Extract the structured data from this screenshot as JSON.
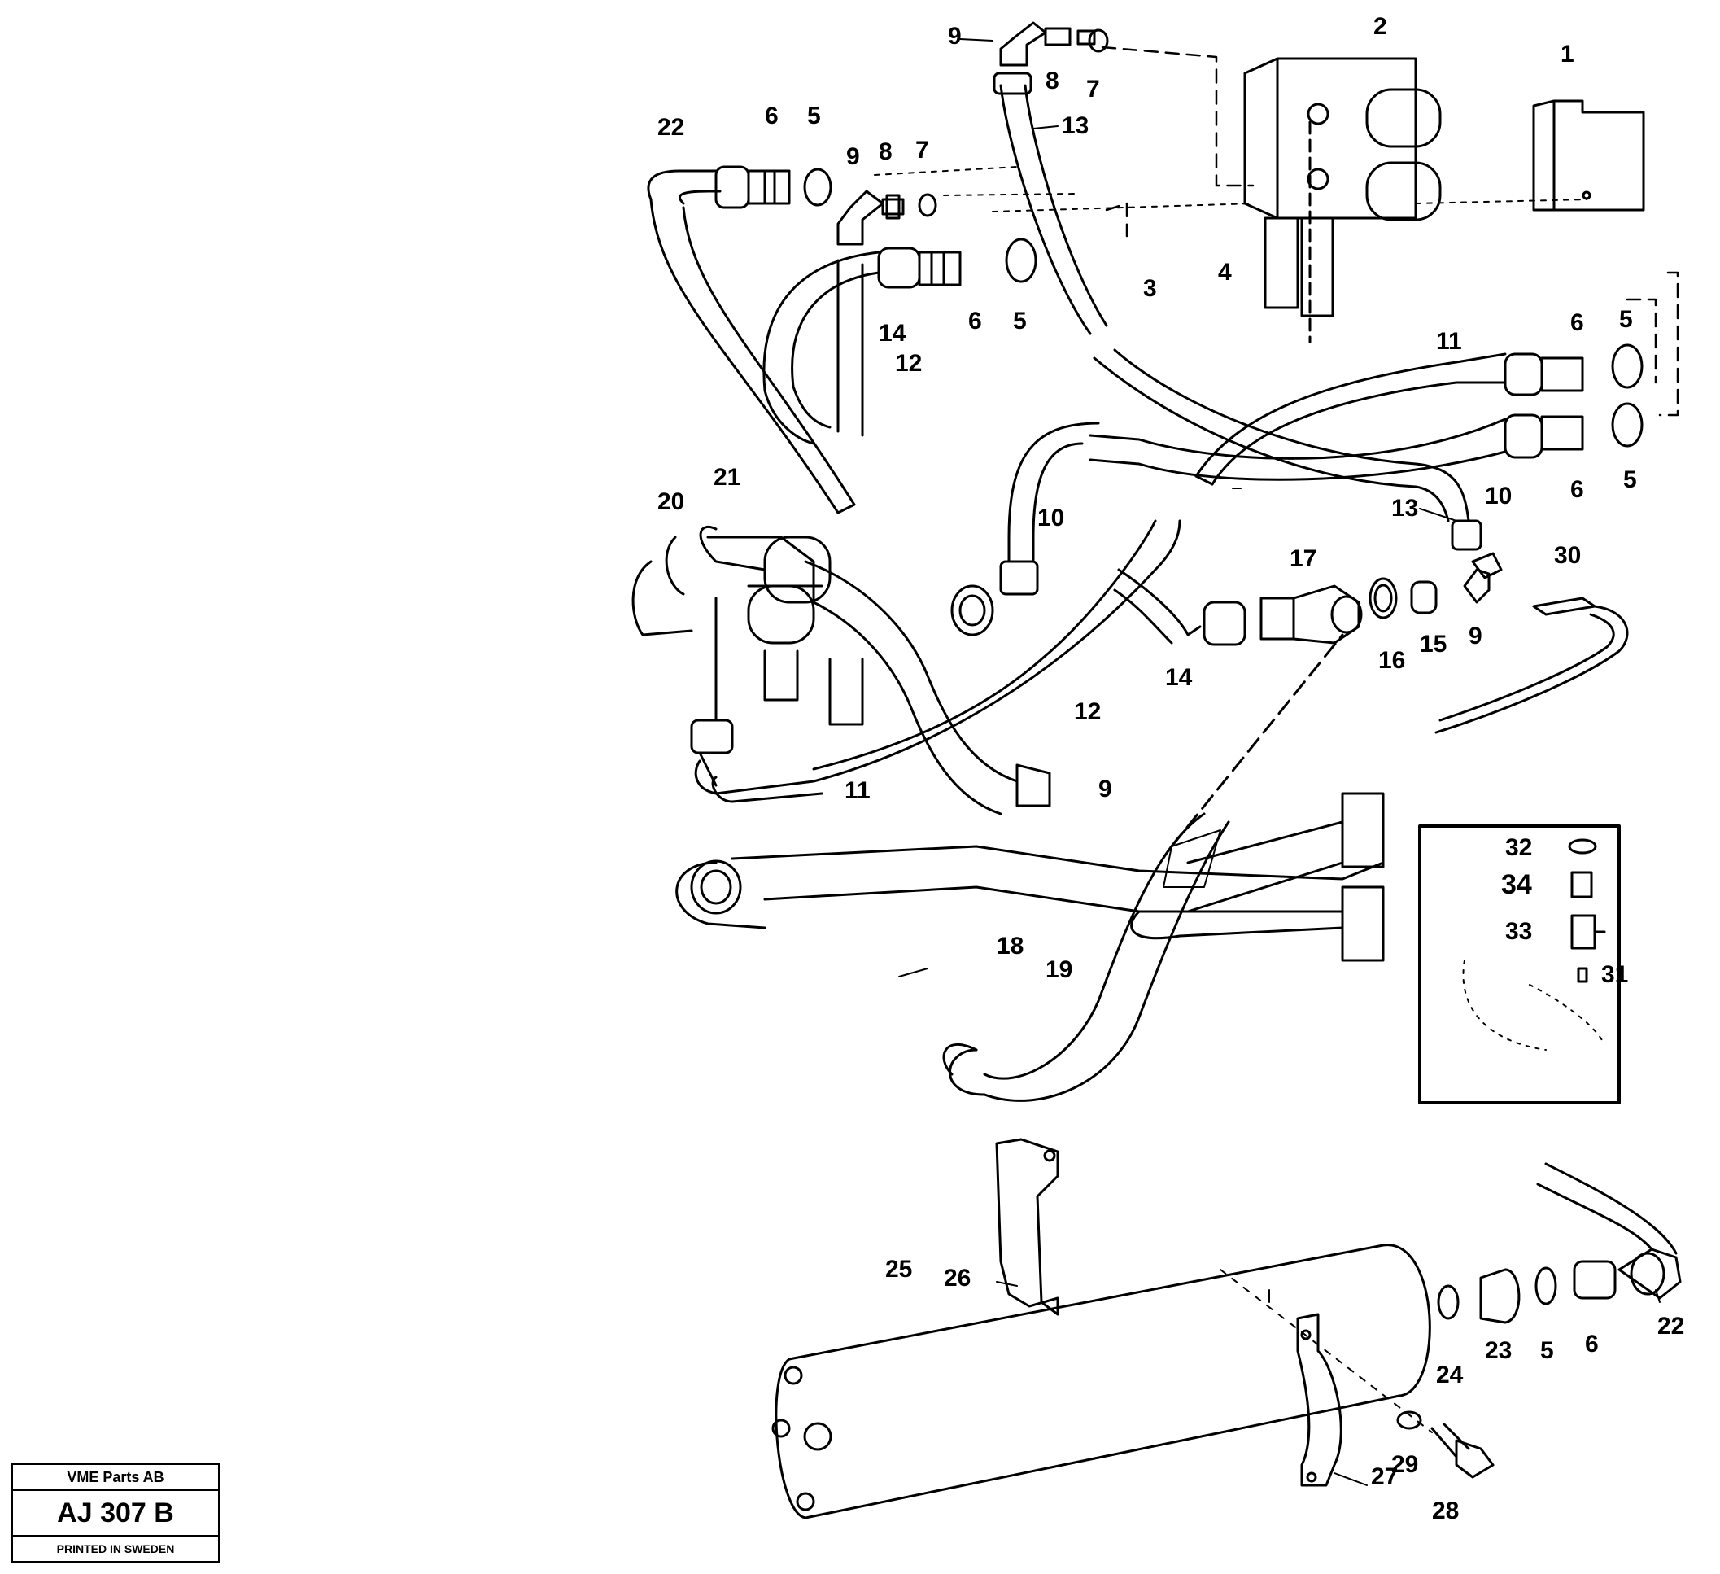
{
  "stamp": {
    "company": "VME Parts AB",
    "code": "AJ 307 B",
    "printed": "PRINTED IN SWEDEN"
  },
  "callouts": {
    "c1": "1",
    "c2": "2",
    "c3": "3",
    "c4": "4",
    "c5a": "5",
    "c5b": "5",
    "c5c": "5",
    "c5d": "5",
    "c5e": "5",
    "c6a": "6",
    "c6b": "6",
    "c6c": "6",
    "c6d": "6",
    "c6e": "6",
    "c7a": "7",
    "c7b": "7",
    "c8a": "8",
    "c8b": "8",
    "c9a": "9",
    "c9b": "9",
    "c9c": "9",
    "c9d": "9",
    "c10a": "10",
    "c10b": "10",
    "c11a": "11",
    "c11b": "11",
    "c12a": "12",
    "c12b": "12",
    "c13a": "13",
    "c13b": "13",
    "c14a": "14",
    "c14b": "14",
    "c15": "15",
    "c16": "16",
    "c17": "17",
    "c18": "18",
    "c19": "19",
    "c20": "20",
    "c21": "21",
    "c22a": "22",
    "c22b": "22",
    "c23": "23",
    "c24": "24",
    "c25": "25",
    "c26": "26",
    "c27": "27",
    "c28": "28",
    "c29": "29",
    "c30": "30",
    "c31": "31",
    "c32": "32",
    "c33": "33",
    "c34": "34"
  }
}
